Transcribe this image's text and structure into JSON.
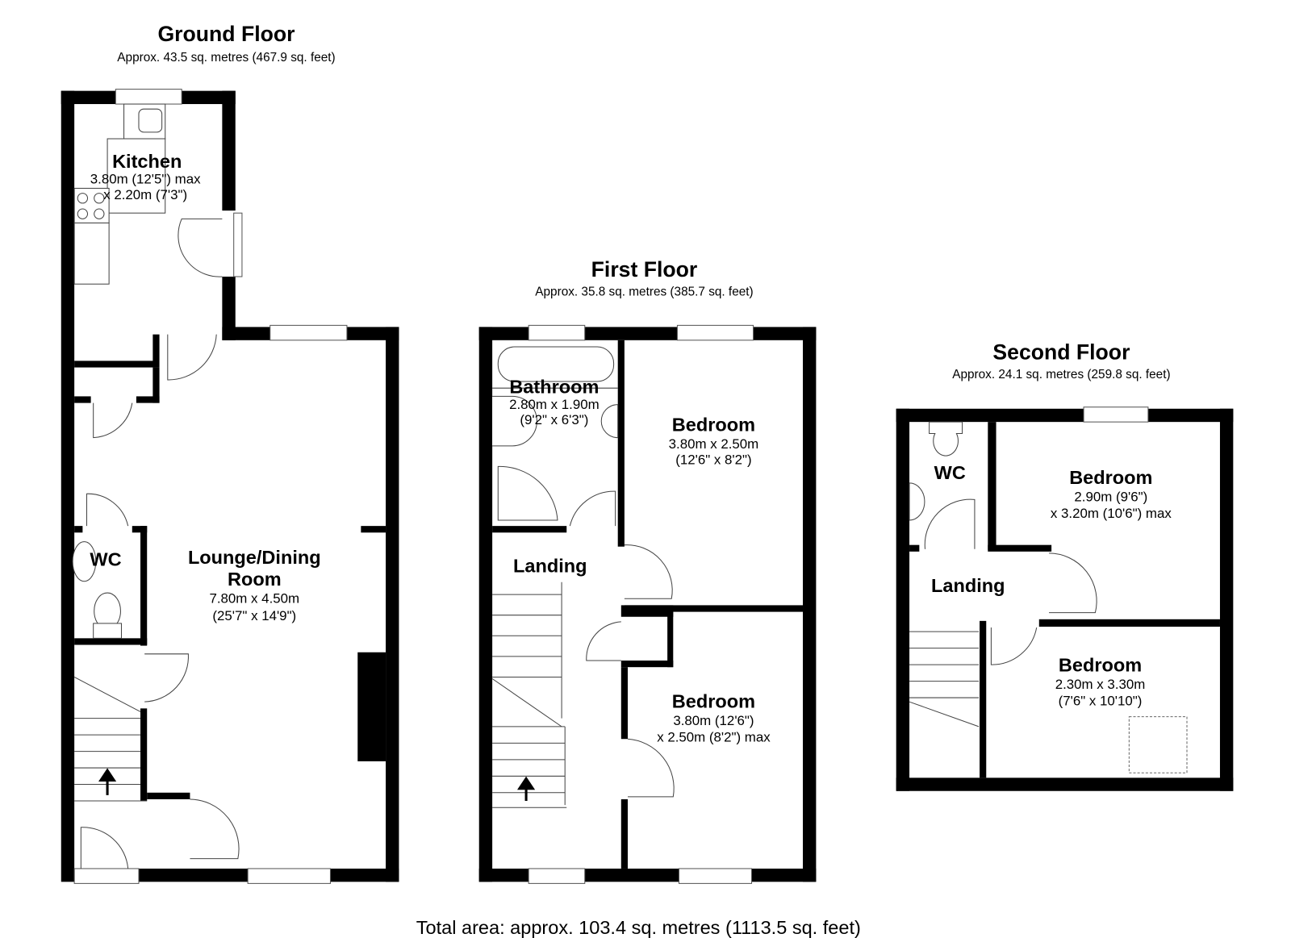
{
  "floors": {
    "ground": {
      "title": "Ground Floor",
      "area": "Approx. 43.5 sq. metres (467.9 sq. feet)",
      "rooms": {
        "kitchen": {
          "name": "Kitchen",
          "dim1": "3.80m (12'5\") max",
          "dim2": "x 2.20m (7'3\")"
        },
        "lounge": {
          "name1": "Lounge/Dining",
          "name2": "Room",
          "dim1": "7.80m x 4.50m",
          "dim2": "(25'7\" x 14'9\")"
        },
        "wc": {
          "name": "WC"
        }
      }
    },
    "first": {
      "title": "First Floor",
      "area": "Approx. 35.8 sq. metres (385.7 sq. feet)",
      "rooms": {
        "bathroom": {
          "name": "Bathroom",
          "dim1": "2.80m x 1.90m",
          "dim2": "(9'2\" x 6'3\")"
        },
        "bedroom1": {
          "name": "Bedroom",
          "dim1": "3.80m x 2.50m",
          "dim2": "(12'6\" x 8'2\")"
        },
        "landing": {
          "name": "Landing"
        },
        "bedroom2": {
          "name": "Bedroom",
          "dim1": "3.80m (12'6\")",
          "dim2": "x 2.50m (8'2\") max"
        }
      }
    },
    "second": {
      "title": "Second Floor",
      "area": "Approx. 24.1 sq. metres (259.8 sq. feet)",
      "rooms": {
        "wc": {
          "name": "WC"
        },
        "bedroom1": {
          "name": "Bedroom",
          "dim1": "2.90m (9'6\")",
          "dim2": "x 3.20m (10'6\") max"
        },
        "landing": {
          "name": "Landing"
        },
        "bedroom2": {
          "name": "Bedroom",
          "dim1": "2.30m x 3.30m",
          "dim2": "(7'6\" x 10'10\")"
        }
      }
    }
  },
  "total_area": "Total area: approx. 103.4 sq. metres (1113.5 sq. feet)"
}
